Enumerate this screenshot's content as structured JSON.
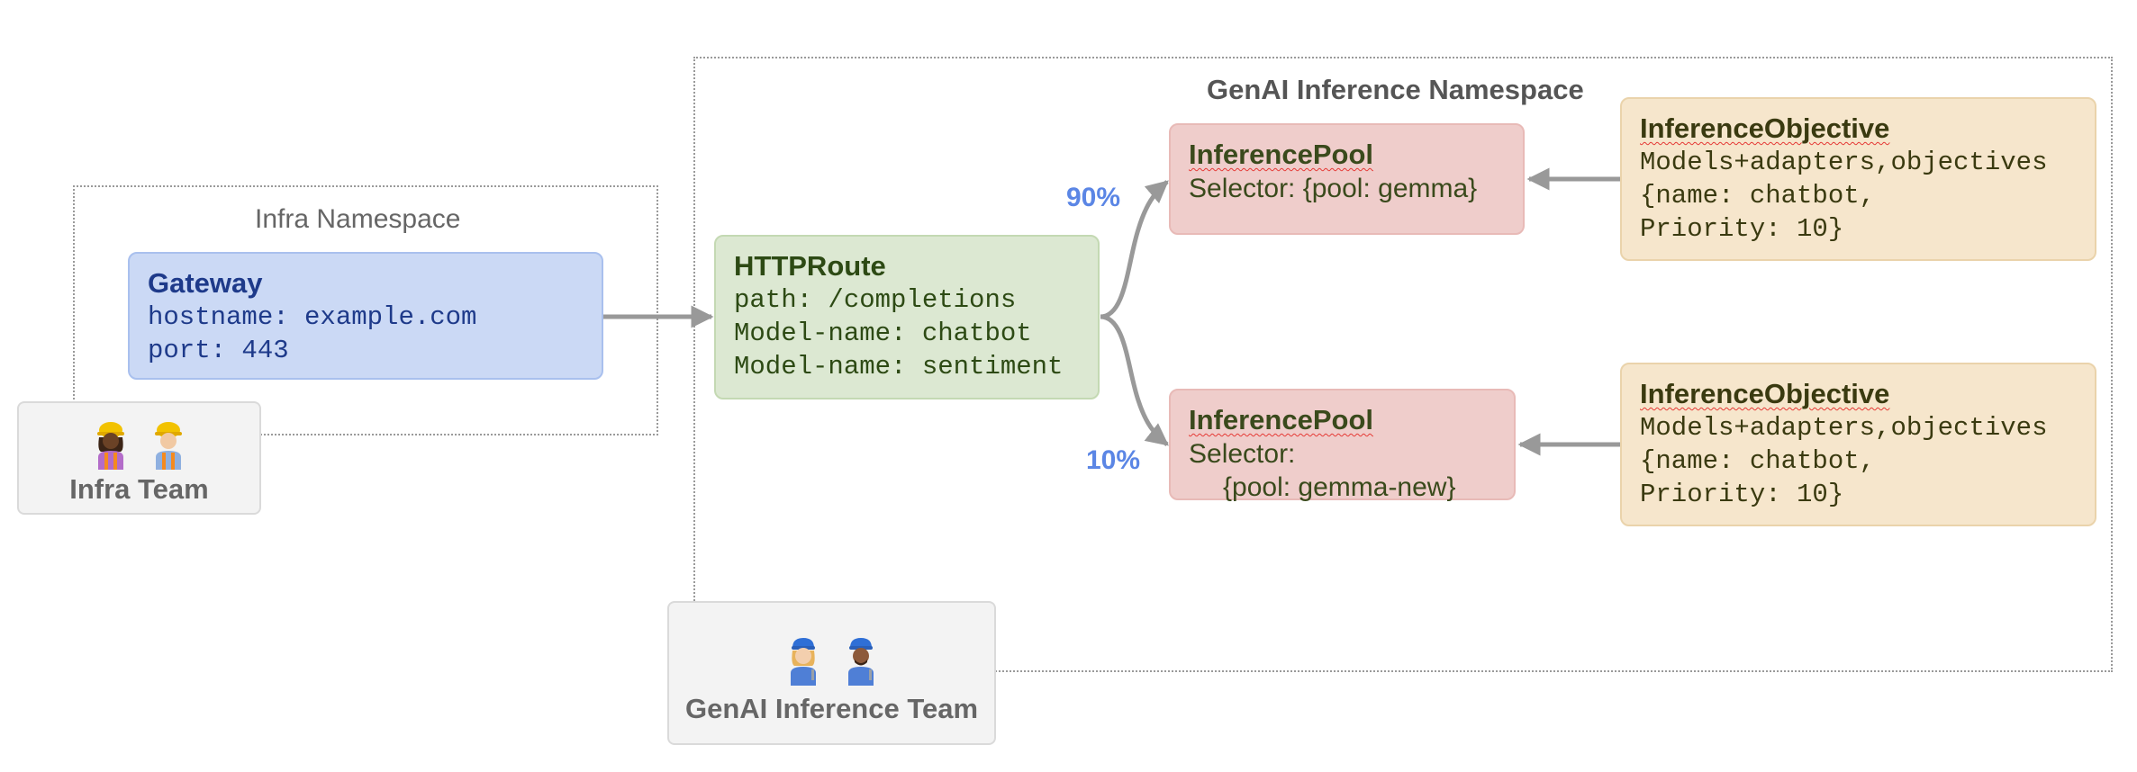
{
  "infra_namespace": {
    "title": "Infra Namespace"
  },
  "genai_namespace": {
    "title": "GenAI Inference Namespace"
  },
  "gateway": {
    "title": "Gateway",
    "lines": [
      "hostname: example.com",
      "port: 443"
    ]
  },
  "httproute": {
    "title": "HTTPRoute",
    "lines": [
      "path: /completions",
      "Model-name: chatbot",
      "Model-name: sentiment"
    ]
  },
  "routes": [
    {
      "percent": "90%"
    },
    {
      "percent": "10%"
    }
  ],
  "pools": [
    {
      "title": "InferencePool",
      "lines": [
        "Selector: {pool: gemma}"
      ]
    },
    {
      "title": "InferencePool",
      "lines": [
        "Selector:",
        "{pool: gemma-new}"
      ]
    }
  ],
  "objectives": [
    {
      "title": "InferenceObjective",
      "lines": [
        "Models+adapters,objectives",
        "{name: chatbot,",
        "Priority: 10}"
      ]
    },
    {
      "title": "InferenceObjective",
      "lines": [
        "Models+adapters,objectives",
        "{name: chatbot,",
        "Priority: 10}"
      ]
    }
  ],
  "teams": {
    "infra": {
      "label": "Infra Team",
      "icons": [
        "construction-worker-woman-icon",
        "construction-worker-man-icon"
      ]
    },
    "genai": {
      "label": "GenAI Inference Team",
      "icons": [
        "mechanic-woman-icon",
        "mechanic-man-icon"
      ]
    }
  },
  "colors": {
    "gateway": "#cbd9f5",
    "httproute": "#dce8d2",
    "pool": "#efcdcb",
    "objective": "#f6e6cc",
    "percent": "#5b86e5",
    "arrow": "#999999"
  }
}
